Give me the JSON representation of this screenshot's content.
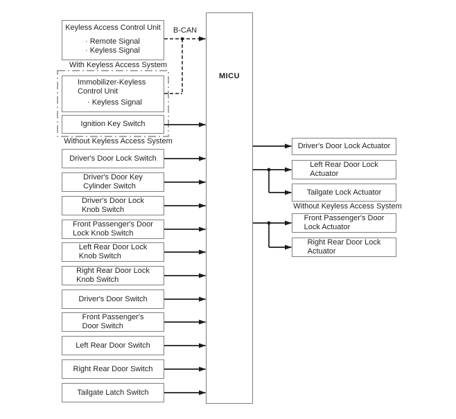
{
  "diagram": {
    "micu_label": "MICU",
    "bcan_label": "B-CAN",
    "left": {
      "keyless_box": {
        "title": "Keyless Access Control Unit",
        "bullets": "· Remote Signal\n· Keyless Signal"
      },
      "with_keyless_label": "With Keyless Access System",
      "immobilizer_box": {
        "title": "Immobilizer-Keyless\nControl Unit",
        "bullets": "· Keyless Signal"
      },
      "ignition_box": "Ignition Key Switch",
      "without_keyless_label": "Without Keyless Access System",
      "switches": [
        "Driver's Door Lock Switch",
        "Driver's Door Key\nCylinder Switch",
        "Driver's Door Lock\nKnob Switch",
        "Front Passenger's Door\nLock Knob Switch",
        "Left Rear Door Lock\nKnob Switch",
        "Right Rear Door Lock\nKnob Switch",
        "Driver's Door Switch",
        "Front Passenger's\nDoor Switch",
        "Left Rear Door Switch",
        "Right Rear Door Switch",
        "Tailgate Latch Switch"
      ]
    },
    "right": {
      "actuators_group1": [
        "Driver's Door Lock Actuator",
        "Left Rear Door Lock\nActuator",
        "Tailgate Lock Actuator"
      ],
      "without_keyless_label": "Without Keyless Access System",
      "actuators_group2": [
        "Front Passenger's Door\nLock Actuator",
        "Right Rear Door Lock\nActuator"
      ]
    },
    "colors": {
      "line": "#1c1c1c",
      "box_border": "#7e7e7e",
      "dash_dot_border": "#8a8a8a",
      "text": "#1f1f1f"
    }
  }
}
